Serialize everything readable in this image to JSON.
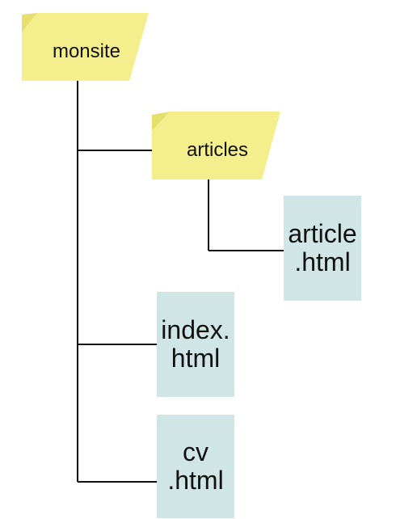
{
  "colors": {
    "folder_fill": "#f4ee8c",
    "folder_tab": "#e6df6e",
    "file_fill": "#d0e6e6",
    "connector": "#111111"
  },
  "tree": {
    "root": {
      "label": "monsite",
      "icon": "folder-icon"
    },
    "articles_folder": {
      "label": "articles",
      "icon": "folder-icon"
    },
    "files": {
      "article": {
        "line1": "article",
        "line2": ".html",
        "icon": "file-icon"
      },
      "index": {
        "line1": "index.",
        "line2": "html",
        "icon": "file-icon"
      },
      "cv": {
        "line1": "cv",
        "line2": ".html",
        "icon": "file-icon"
      }
    }
  }
}
